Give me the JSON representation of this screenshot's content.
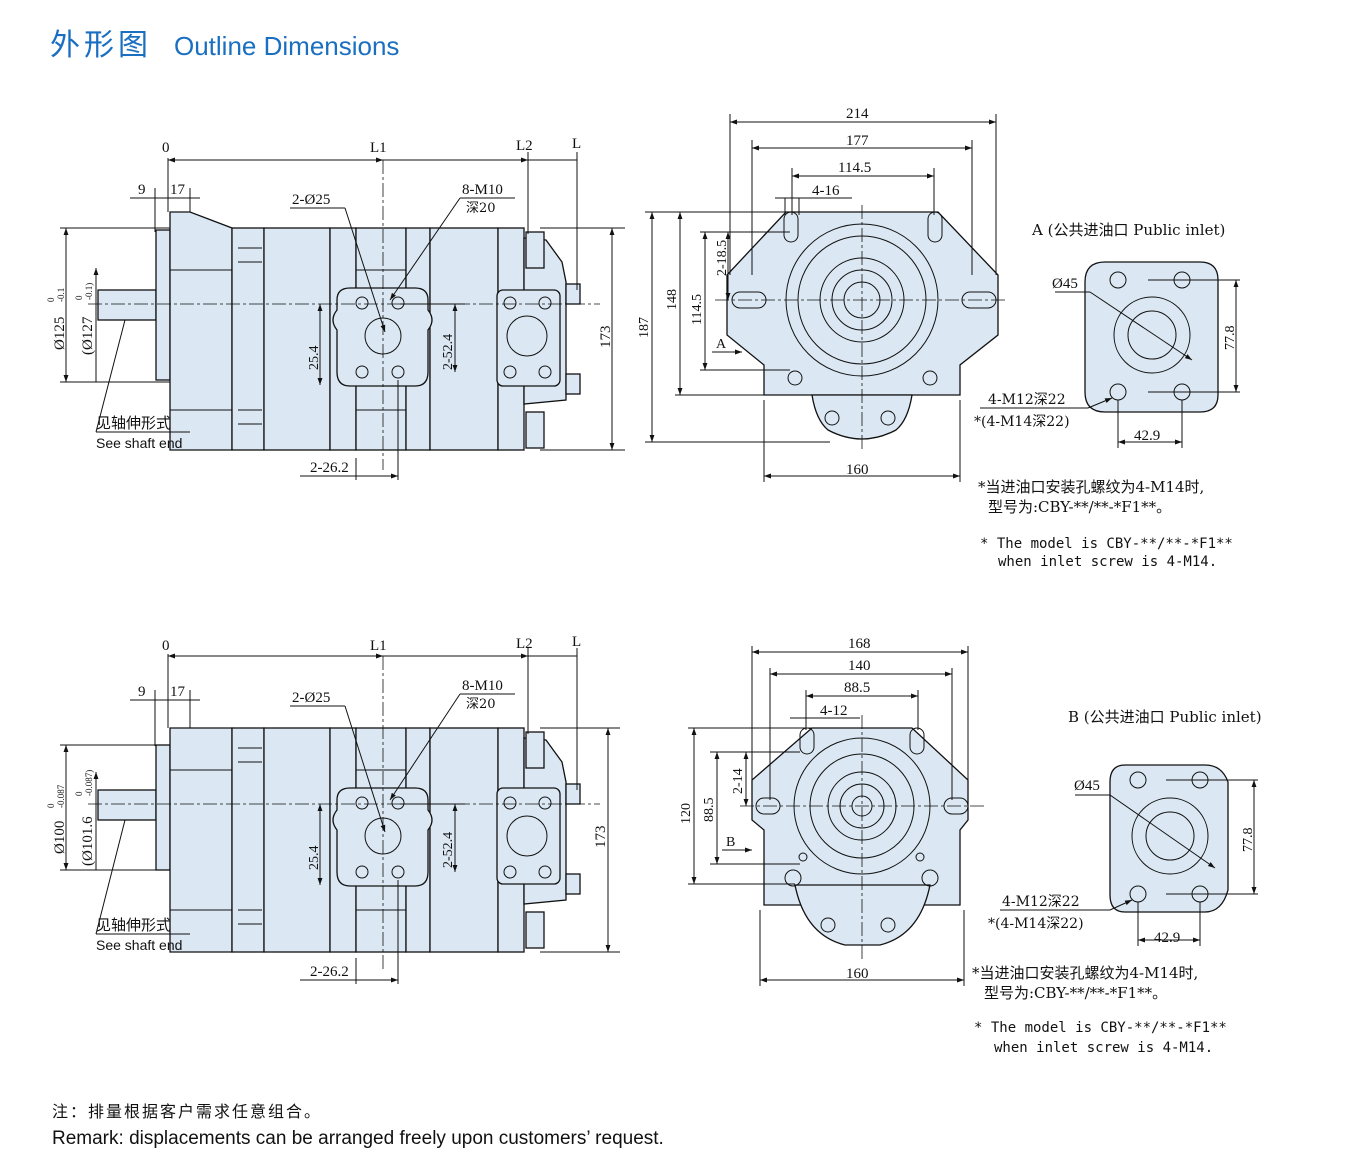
{
  "title": {
    "cn": "外形图",
    "en": "Outline Dimensions"
  },
  "top": {
    "side": {
      "x0": "0",
      "xL1": "L1",
      "xL2": "L2",
      "xL": "L",
      "d9": "9",
      "d17": "17",
      "holes": "2-Ø25",
      "screws": "8-M10",
      "screws_depth": "深20",
      "dia_outer": "Ø125",
      "dia_outer_tol_up": "0",
      "dia_outer_tol_dn": "-0.1",
      "dia_inner": "(Ø127",
      "dia_inner_tol_up": "0",
      "dia_inner_tol_dn": "-0.1)",
      "d25_4": "25.4",
      "d2_52_4": "2-52.4",
      "d2_26_2": "2-26.2",
      "d173": "173",
      "shaft_cn": "见轴伸形式",
      "shaft_en": "See shaft end"
    },
    "front": {
      "d214": "214",
      "d177": "177",
      "d114_5": "114.5",
      "d4_16": "4-16",
      "d2_18_5": "2-18.5",
      "dv114_5": "114.5",
      "d148": "148",
      "d187": "187",
      "d160": "160",
      "view": "A"
    },
    "inlet": {
      "label": "A (公共进油口 Public inlet)",
      "dia": "Ø45",
      "h": "77.8",
      "w": "42.9",
      "thread": "4-M12深22",
      "thread_alt": "*(4-M14深22)"
    },
    "note_cn_1": "*当进油口安装孔螺纹为4-M14时,",
    "note_cn_2": "型号为:CBY-**/**-*F1**。",
    "note_en_1": "* The model is CBY-**/**-*F1**",
    "note_en_2": "when inlet screw is 4-M14."
  },
  "bottom": {
    "side": {
      "x0": "0",
      "xL1": "L1",
      "xL2": "L2",
      "xL": "L",
      "d9": "9",
      "d17": "17",
      "holes": "2-Ø25",
      "screws": "8-M10",
      "screws_depth": "深20",
      "dia_outer": "Ø100",
      "dia_outer_tol_up": "0",
      "dia_outer_tol_dn": "-0.087",
      "dia_inner": "(Ø101.6",
      "dia_inner_tol_up": "0",
      "dia_inner_tol_dn": "-0.087)",
      "d25_4": "25.4",
      "d2_52_4": "2-52.4",
      "d2_26_2": "2-26.2",
      "d173": "173",
      "shaft_cn": "见轴伸形式",
      "shaft_en": "See shaft end"
    },
    "front": {
      "d168": "168",
      "d140": "140",
      "d88_5": "88.5",
      "d4_12": "4-12",
      "d2_14": "2-14",
      "dv88_5": "88.5",
      "d120": "120",
      "d160": "160",
      "view": "B"
    },
    "inlet": {
      "label": "B (公共进油口 Public inlet)",
      "dia": "Ø45",
      "h": "77.8",
      "w": "42.9",
      "thread": "4-M12深22",
      "thread_alt": "*(4-M14深22)"
    },
    "note_cn_1": "*当进油口安装孔螺纹为4-M14时,",
    "note_cn_2": "型号为:CBY-**/**-*F1**。",
    "note_en_1": "* The model is CBY-**/**-*F1**",
    "note_en_2": "when inlet screw is 4-M14."
  },
  "remark": {
    "cn": "注：排量根据客户需求任意组合。",
    "en": "Remark: displacements can be arranged freely upon customers’ request."
  },
  "colors": {
    "title": "#1a6fc0",
    "fill": "#dbe8f3",
    "line": "#111111"
  }
}
